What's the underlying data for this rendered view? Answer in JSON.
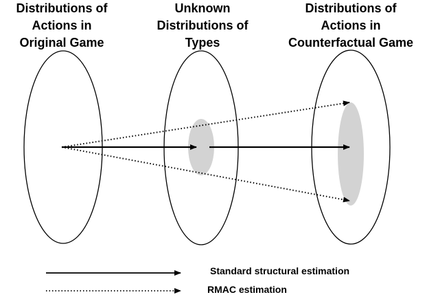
{
  "headings": {
    "left": [
      "Distributions of",
      "Actions in",
      "Original Game"
    ],
    "middle": [
      "Unknown",
      "Distributions of",
      "Types"
    ],
    "right": [
      "Distributions of",
      "Actions in",
      "Counterfactual Game"
    ]
  },
  "legend": {
    "solid": "Standard structural estimation",
    "dotted": "RMAC estimation"
  },
  "colors": {
    "line": "#000000",
    "shaded_region": "#d3d3d3",
    "background": "#ffffff"
  }
}
